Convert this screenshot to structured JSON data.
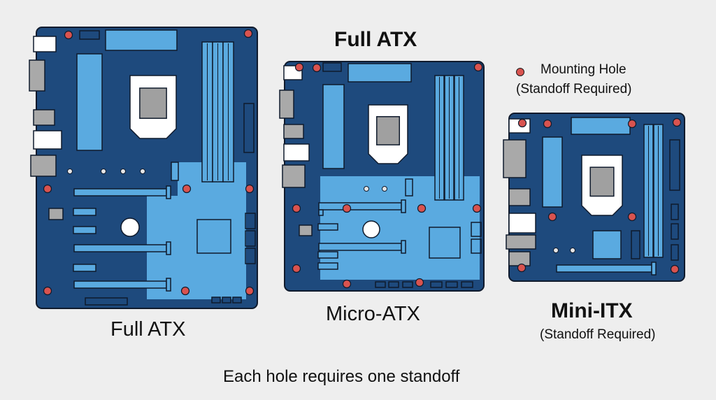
{
  "heading": "Full ATX",
  "boards": [
    {
      "id": "full-atx",
      "label": "Full ATX"
    },
    {
      "id": "micro-atx",
      "label": "Micro-ATX"
    },
    {
      "id": "mini-itx",
      "label": "Mini-ITX",
      "sublabel": "(Standoff Required)"
    }
  ],
  "legend": {
    "line1": "Mounting Hole",
    "line2": "(Standoff Required)",
    "dot_color": "#d9534f"
  },
  "footer": "Each hole requires one standoff",
  "colors": {
    "background": "#eeeeee",
    "board": "#1e4a7d",
    "board_outline": "#0f1a2c",
    "component": "#5aaae0",
    "chipset_zone": "#5aaae0",
    "cpu_socket": "#ffffff",
    "cpu_die": "#a0a0a0",
    "io_port_light": "#ffffff",
    "io_port_gray": "#a9a9a9",
    "mounting_hole": "#d9534f"
  }
}
